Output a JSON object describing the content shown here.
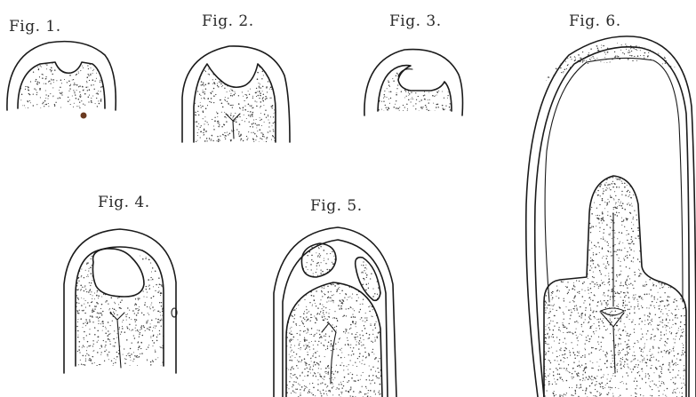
{
  "figures": [
    {
      "label": "Fig. 1."
    },
    {
      "label": "Fig. 2."
    },
    {
      "label": "Fig. 3."
    },
    {
      "label": "Fig. 4."
    },
    {
      "label": "Fig. 5."
    },
    {
      "label": "Fig. 6."
    }
  ],
  "colors": {
    "ink": "#1a1a1a",
    "stipple": "#3a3a3a",
    "paper": "#ffffff"
  }
}
